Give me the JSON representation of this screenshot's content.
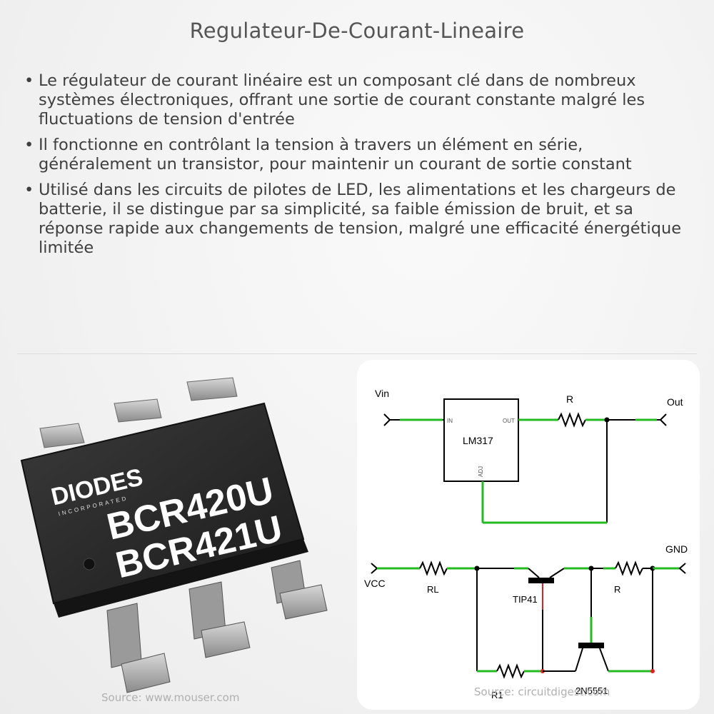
{
  "title": "Regulateur-De-Courant-Lineaire",
  "bullets": [
    "Le régulateur de courant linéaire est un composant clé dans de nombreux systèmes électroniques, offrant une sortie de courant constante malgré les fluctuations de tension d'entrée",
    "Il fonctionne en contrôlant la tension à travers un élément en série, généralement un transistor, pour maintenir un courant de sortie constant",
    "Utilisé dans les circuits de pilotes de LED, les alimentations et les chargeurs de batterie, il se distingue par sa simplicité, sa faible émission de bruit, et sa réponse rapide aux changements de tension, malgré une efficacité énergétique limitée"
  ],
  "bullet_marker": "•",
  "chip": {
    "brand": "DIODES",
    "brand_sub": "INCORPORATED",
    "part1": "BCR420U",
    "part2": "BCR421U"
  },
  "schematic_top": {
    "vin": "Vin",
    "out": "Out",
    "ic": "LM317",
    "pin_in": "IN",
    "pin_out": "OUT",
    "pin_adj": "ADJ",
    "resistor": "R"
  },
  "schematic_bottom": {
    "vcc": "VCC",
    "gnd": "GND",
    "rl": "RL",
    "r": "R",
    "r1": "R1",
    "q1": "TIP41",
    "q2": "2N5551"
  },
  "captions": {
    "left": "Source: www.mouser.com",
    "right": "Source: circuitdigest.com"
  },
  "colors": {
    "wire": "#000000",
    "wire_highlight": "#22bb22",
    "chip_body": "#2b2b2b",
    "chip_text": "#ffffff"
  }
}
